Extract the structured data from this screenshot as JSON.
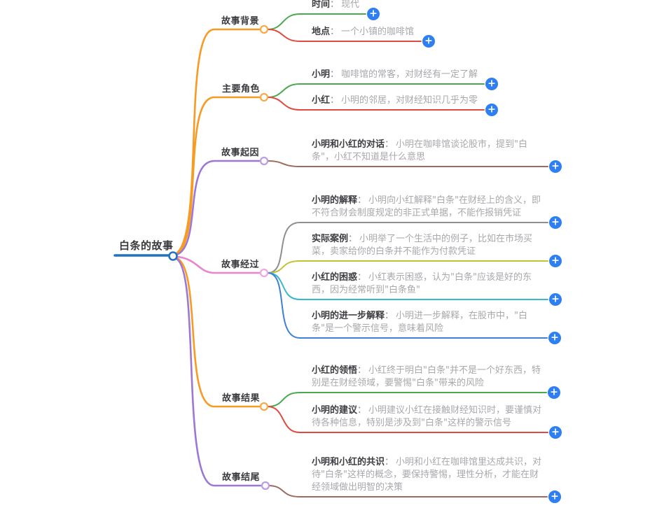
{
  "colon": "：",
  "plus_label": "+",
  "colors": {
    "root_blue": "#2272c3",
    "orange": "#f79b24",
    "orange_light": "#f8ab45",
    "green": "#4aa94d",
    "red": "#e14a41",
    "purple": "#9d78d2",
    "purple_light": "#bb9de2",
    "pink": "#ea84ce",
    "pink_light": "#f2a5dc",
    "brown": "#9e6a5e",
    "gray": "#8f8f8f",
    "olive": "#c3c234",
    "cyan": "#3ab8cc",
    "blue": "#3f7fd4",
    "plus_blue": "#2e7ff2"
  },
  "root": {
    "label": "白条的故事"
  },
  "branches": [
    {
      "label": "故事背景",
      "children": [
        {
          "label": "时间",
          "desc": "现代"
        },
        {
          "label": "地点",
          "desc": "一个小镇的咖啡馆"
        }
      ]
    },
    {
      "label": "主要角色",
      "children": [
        {
          "label": "小明",
          "desc": "咖啡馆的常客，对财经有一定了解"
        },
        {
          "label": "小红",
          "desc": "小明的邻居，对财经知识几乎为零"
        }
      ]
    },
    {
      "label": "故事起因",
      "children": [
        {
          "label": "小明和小红的对话",
          "desc": "小明在咖啡馆谈论股市，提到\"白条\"，小红不知道是什么意思"
        }
      ]
    },
    {
      "label": "故事经过",
      "children": [
        {
          "label": "小明的解释",
          "desc": "小明向小红解释\"白条\"在财经上的含义，即不符合财会制度规定的非正式单据，不能作报销凭证"
        },
        {
          "label": "实际案例",
          "desc": "小明举了一个生活中的例子，比如在市场买菜，卖家给你的白条并不能作为付款凭证"
        },
        {
          "label": "小红的困惑",
          "desc": "小红表示困惑，认为\"白条\"应该是好的东西，因为经常听到\"白条鱼\""
        },
        {
          "label": "小明的进一步解释",
          "desc": "小明进一步解释，在股市中，\"白条\"是一个警示信号，意味着风险"
        }
      ]
    },
    {
      "label": "故事结果",
      "children": [
        {
          "label": "小红的领悟",
          "desc": "小红终于明白\"白条\"并不是一个好东西，特别是在财经领域，要警惕\"白条\"带来的风险"
        },
        {
          "label": "小明的建议",
          "desc": "小明建议小红在接触财经知识时，要谨慎对待各种信息，特别是涉及到\"白条\"这样的警示信号"
        }
      ]
    },
    {
      "label": "故事结尾",
      "children": [
        {
          "label": "小明和小红的共识",
          "desc": "小明和小红在咖啡馆里达成共识，对待\"白条\"这样的概念，要保持警惕，理性分析，才能在财经领域做出明智的决策"
        }
      ]
    }
  ]
}
